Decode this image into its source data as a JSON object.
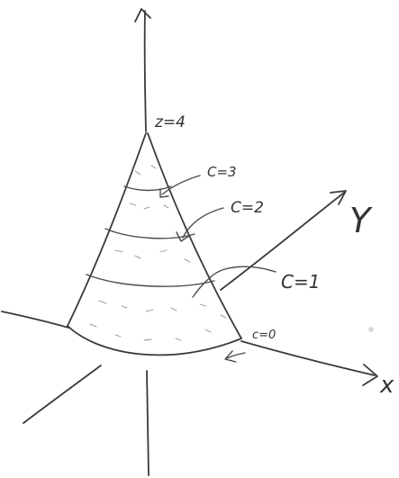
{
  "axes": {
    "x_label": "x",
    "y_label": "Y"
  },
  "apex_label": "z=4",
  "level_labels": {
    "c3": "C=3",
    "c2": "C=2",
    "c1": "C=1",
    "c0": "c=0"
  }
}
